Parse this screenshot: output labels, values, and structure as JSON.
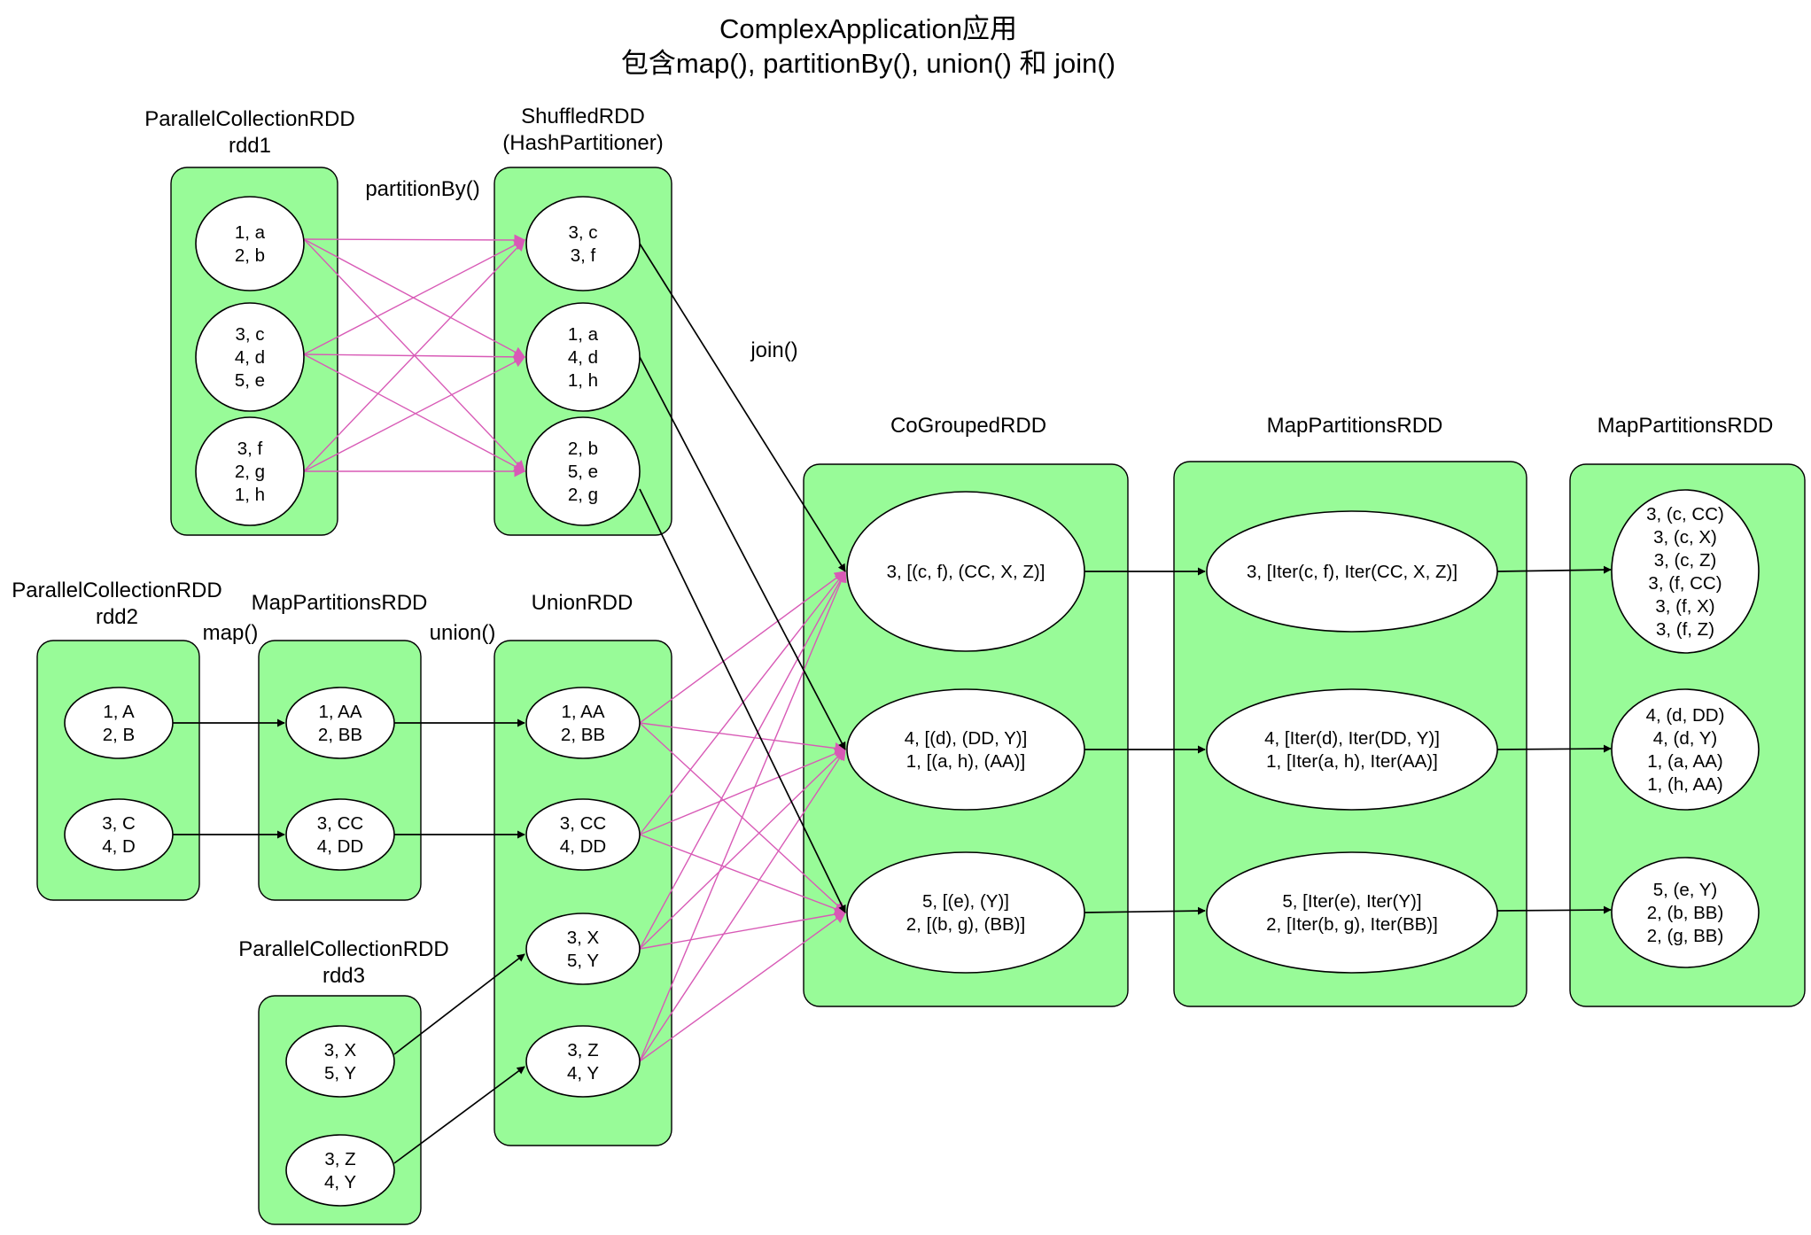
{
  "title": {
    "line1": "ComplexApplication应用",
    "line2": "包含map(), partitionBy(), union() 和 join()"
  },
  "operations": {
    "partitionBy": "partitionBy()",
    "join": "join()",
    "map": "map()",
    "union": "union()"
  },
  "colors": {
    "group_fill": "#98fb98",
    "node_fill": "#ffffff",
    "shuffle_edge": "#d85ab6",
    "narrow_edge": "#000000"
  },
  "groups": {
    "rdd1": {
      "label": [
        "ParallelCollectionRDD",
        "rdd1"
      ],
      "partitions": [
        [
          "1, a",
          "2, b"
        ],
        [
          "3, c",
          "4, d",
          "5, e"
        ],
        [
          "3, f",
          "2, g",
          "1, h"
        ]
      ]
    },
    "shuffled": {
      "label": [
        "ShuffledRDD",
        "(HashPartitioner)"
      ],
      "partitions": [
        [
          "3, c",
          "3, f"
        ],
        [
          "1, a",
          "4, d",
          "1, h"
        ],
        [
          "2, b",
          "5, e",
          "2, g"
        ]
      ]
    },
    "rdd2": {
      "label": [
        "ParallelCollectionRDD",
        "rdd2"
      ],
      "partitions": [
        [
          "1, A",
          "2, B"
        ],
        [
          "3, C",
          "4, D"
        ]
      ]
    },
    "mapped": {
      "label": [
        "MapPartitionsRDD"
      ],
      "partitions": [
        [
          "1, AA",
          "2, BB"
        ],
        [
          "3, CC",
          "4, DD"
        ]
      ]
    },
    "rdd3": {
      "label": [
        "ParallelCollectionRDD",
        "rdd3"
      ],
      "partitions": [
        [
          "3, X",
          "5, Y"
        ],
        [
          "3, Z",
          "4, Y"
        ]
      ]
    },
    "union": {
      "label": [
        "UnionRDD"
      ],
      "partitions": [
        [
          "1, AA",
          "2, BB"
        ],
        [
          "3, CC",
          "4, DD"
        ],
        [
          "3, X",
          "5, Y"
        ],
        [
          "3, Z",
          "4, Y"
        ]
      ]
    },
    "cogrouped": {
      "label": [
        "CoGroupedRDD"
      ],
      "partitions": [
        [
          "3, [(c, f), (CC, X, Z)]"
        ],
        [
          "4, [(d), (DD, Y)]",
          "1, [(a, h), (AA)]"
        ],
        [
          "5, [(e), (Y)]",
          "2, [(b, g), (BB)]"
        ]
      ]
    },
    "mapvalues": {
      "label": [
        "MapPartitionsRDD"
      ],
      "partitions": [
        [
          "3, [Iter(c, f), Iter(CC, X, Z)]"
        ],
        [
          "4, [Iter(d), Iter(DD, Y)]",
          "1, [Iter(a, h), Iter(AA)]"
        ],
        [
          "5, [Iter(e), Iter(Y)]",
          "2, [Iter(b, g), Iter(BB)]"
        ]
      ]
    },
    "result": {
      "label": [
        "MapPartitionsRDD"
      ],
      "partitions": [
        [
          "3, (c, CC)",
          "3, (c, X)",
          "3, (c, Z)",
          "3, (f, CC)",
          "3, (f, X)",
          "3, (f, Z)"
        ],
        [
          "4, (d, DD)",
          "4, (d, Y)",
          "1, (a, AA)",
          "1, (h, AA)"
        ],
        [
          "5, (e, Y)",
          "2, (b, BB)",
          "2, (g, BB)"
        ]
      ]
    }
  }
}
